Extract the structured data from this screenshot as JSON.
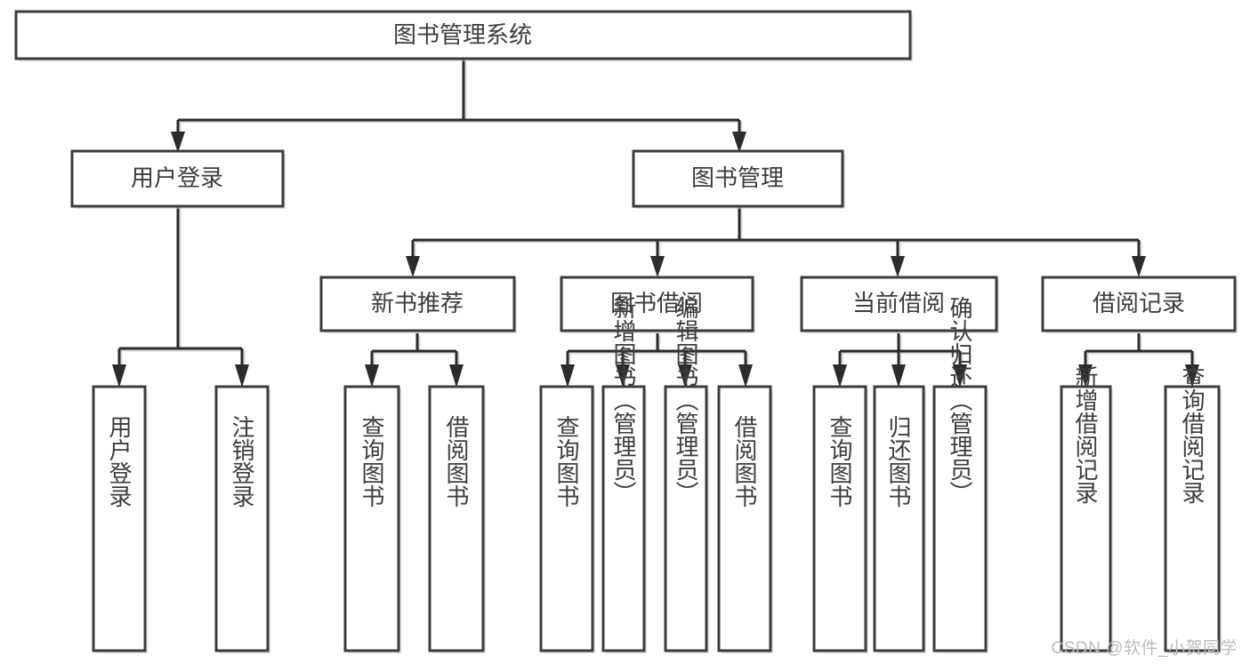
{
  "diagram": {
    "title": "图书管理系统",
    "type": "tree-hierarchy-diagram",
    "orientation": "top-down",
    "colors": {
      "background": "#ffffff",
      "box_fill": "#ffffff",
      "box_stroke": "#3c3c3c",
      "edge": "#2b2b2b",
      "text": "#3d3d3d",
      "shadow": "#c9c9c9",
      "watermark": "#bdbdbd"
    },
    "levels": {
      "root": {
        "label": "图书管理系统"
      },
      "level2": [
        {
          "label": "用户登录"
        },
        {
          "label": "图书管理"
        }
      ],
      "level3": [
        {
          "label": "新书推荐"
        },
        {
          "label": "图书借阅"
        },
        {
          "label": "当前借阅"
        },
        {
          "label": "借阅记录"
        }
      ]
    },
    "groups": [
      {
        "parent": "用户登录",
        "leaves": [
          {
            "label": "用户登录"
          },
          {
            "label": "注销登录"
          }
        ]
      },
      {
        "parent": "新书推荐",
        "leaves": [
          {
            "label": "查询图书"
          },
          {
            "label": "借阅图书"
          }
        ]
      },
      {
        "parent": "图书借阅",
        "leaves": [
          {
            "label": "查询图书"
          },
          {
            "label": "新增图书（管理员）"
          },
          {
            "label": "编辑图书（管理员）"
          },
          {
            "label": "借阅图书"
          }
        ]
      },
      {
        "parent": "当前借阅",
        "leaves": [
          {
            "label": "查询图书"
          },
          {
            "label": "归还图书"
          },
          {
            "label": "确认归还（管理员）"
          }
        ]
      },
      {
        "parent": "借阅记录",
        "leaves": [
          {
            "label": "新增借阅记录"
          },
          {
            "label": "查询借阅记录"
          }
        ]
      }
    ]
  },
  "nodes": {
    "root": "图书管理系统",
    "user_login": "用户登录",
    "book_manage": "图书管理",
    "new_book_rec": "新书推荐",
    "book_borrow": "图书借阅",
    "current_borrow": "当前借阅",
    "borrow_record": "借阅记录",
    "leaf_user_login": "用户登录",
    "leaf_logout": "注销登录",
    "leaf_query_book_a": "查询图书",
    "leaf_borrow_book_a": "借阅图书",
    "leaf_query_book_b": "查询图书",
    "leaf_add_book": "新增图书（管理员）",
    "leaf_edit_book": "编辑图书（管理员）",
    "leaf_borrow_book_b": "借阅图书",
    "leaf_query_book_c": "查询图书",
    "leaf_return_book": "归还图书",
    "leaf_confirm_return": "确认归还（管理员）",
    "leaf_add_record": "新增借阅记录",
    "leaf_query_record": "查询借阅记录"
  },
  "watermark": {
    "text": "CSDN @软件_小贺同学"
  }
}
